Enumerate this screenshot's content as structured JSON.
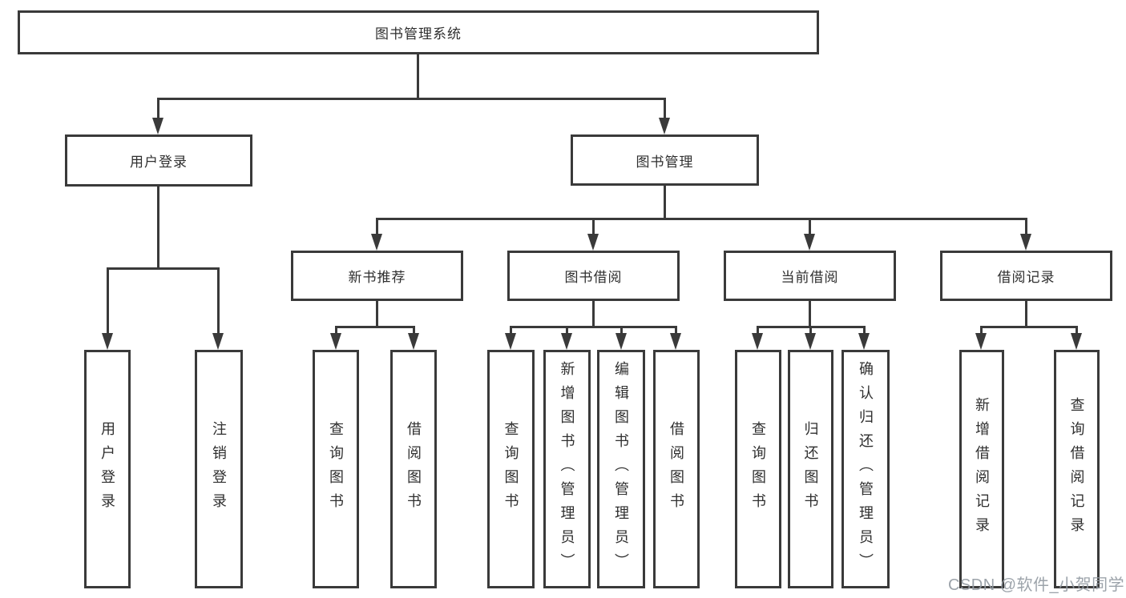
{
  "diagram": {
    "root": {
      "label": "图书管理系统"
    },
    "level2": [
      {
        "label": "用户登录"
      },
      {
        "label": "图书管理"
      }
    ],
    "level3": [
      {
        "label": "新书推荐"
      },
      {
        "label": "图书借阅"
      },
      {
        "label": "当前借阅"
      },
      {
        "label": "借阅记录"
      }
    ],
    "leaves": {
      "user_login": [
        {
          "label": "用户登录"
        },
        {
          "label": "注销登录"
        }
      ],
      "new_book_recommend": [
        {
          "label": "查询图书"
        },
        {
          "label": "借阅图书"
        }
      ],
      "book_borrow": [
        {
          "label": "查询图书"
        },
        {
          "label": "新增图书（管理员）"
        },
        {
          "label": "编辑图书（管理员）"
        },
        {
          "label": "借阅图书"
        }
      ],
      "current_borrow": [
        {
          "label": "查询图书"
        },
        {
          "label": "归还图书"
        },
        {
          "label": "确认归还（管理员）"
        }
      ],
      "borrow_records": [
        {
          "label": "新增借阅记录"
        },
        {
          "label": "查询借阅记录"
        }
      ]
    }
  },
  "watermark": {
    "text": "CSDN @软件_小贺同学"
  },
  "colors": {
    "line": "#3a3a3a",
    "text": "#2f2f2f",
    "background": "#ffffff",
    "watermark": "#949ba3"
  }
}
